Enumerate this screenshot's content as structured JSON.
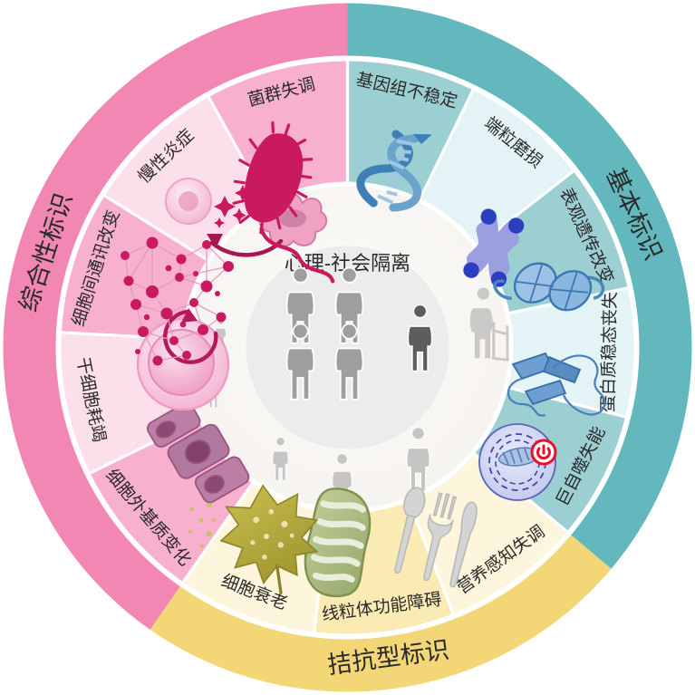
{
  "figure": {
    "center": {
      "title": "心理-社会隔离",
      "inner_circle_name": "isolated-individuals-cluster"
    },
    "colors": {
      "teal_outer": "#62b8bd",
      "teal_mid": "#9ccfd2",
      "teal_light": "#e3f3f6",
      "yellow_outer": "#f3d777",
      "yellow_mid": "#faeab4",
      "yellow_light": "#fdf6dd",
      "pink_outer": "#f387b4",
      "pink_mid": "#f7b0ce",
      "pink_light": "#fbdfeb",
      "core_fill": "#faf8f5",
      "core_inner_fill": "#eceaea",
      "figure_gray": "#9e9e9e",
      "figure_dark_gray": "#5d5d5d",
      "accent_red": "#e8112d",
      "text": "#2a2a2a"
    },
    "groups": [
      {
        "id": "primary",
        "label": "基本标识",
        "color": "#62b8bd",
        "start_deg": 0,
        "end_deg": 130,
        "segments": [
          {
            "label": "基因组不稳定",
            "icon": "dna-helix-icon",
            "shade": "mid"
          },
          {
            "label": "端粒磨损",
            "icon": "chromosome-icon",
            "shade": "light"
          },
          {
            "label": "表观遗传改变",
            "icon": "nucleosome-icon",
            "shade": "mid"
          },
          {
            "label": "蛋白质稳态丧失",
            "icon": "protein-fold-icon",
            "shade": "light"
          },
          {
            "label": "巨自噬失能",
            "icon": "autophagosome-icon",
            "shade": "mid",
            "badge": "power-off-icon"
          }
        ]
      },
      {
        "id": "antagonistic",
        "label": "拮抗型标识",
        "color": "#f3d777",
        "start_deg": 130,
        "end_deg": 215,
        "segments": [
          {
            "label": "营养感知失调",
            "icon": "cutlery-icon",
            "shade": "light"
          },
          {
            "label": "线粒体功能障碍",
            "icon": "mitochondrion-icon",
            "shade": "mid"
          },
          {
            "label": "细胞衰老",
            "icon": "dry-leaf-icon",
            "shade": "light"
          }
        ]
      },
      {
        "id": "integrative",
        "label": "综合性标识",
        "color": "#f387b4",
        "start_deg": 215,
        "end_deg": 360,
        "segments": [
          {
            "label": "细胞外基质变化",
            "icon": "extracellular-matrix-cells-icon",
            "shade": "mid"
          },
          {
            "label": "干细胞耗竭",
            "icon": "stem-cell-renewal-icon",
            "shade": "light"
          },
          {
            "label": "细胞间通讯改变",
            "icon": "cell-network-icon",
            "shade": "mid"
          },
          {
            "label": "慢性炎症",
            "icon": "inflammation-macrophage-icon",
            "shade": "light"
          },
          {
            "label": "菌群失调",
            "icon": "bacterium-icon",
            "shade": "mid"
          }
        ]
      }
    ]
  }
}
